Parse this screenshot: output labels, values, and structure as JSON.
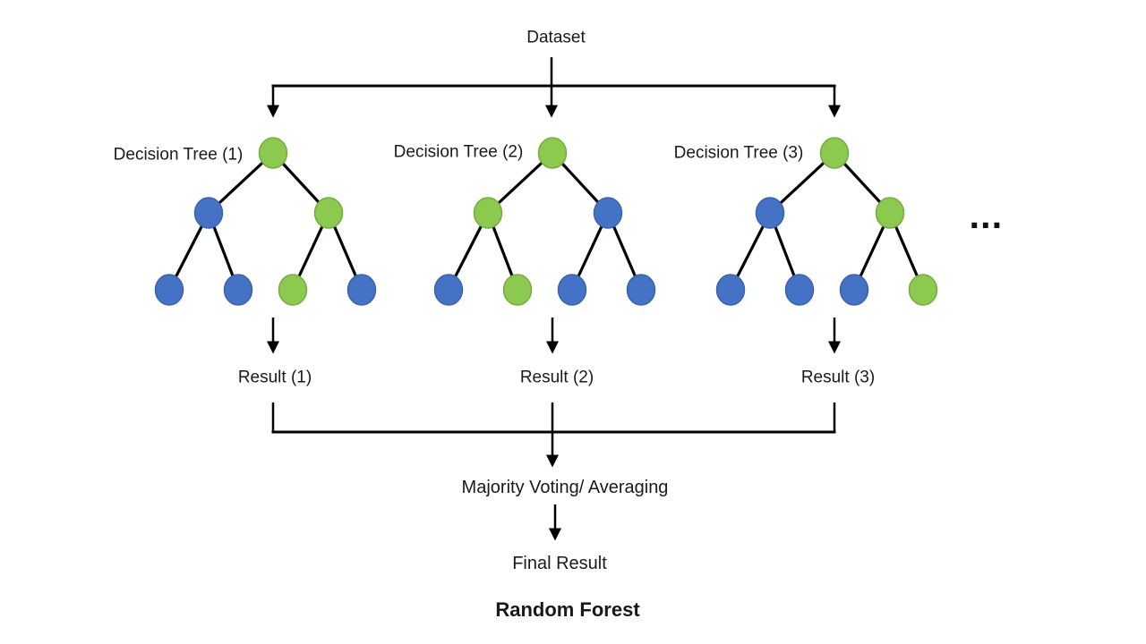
{
  "colors": {
    "node_green": "#8CC94F",
    "node_green_stroke": "#74AC3D",
    "node_blue": "#4472C4",
    "node_blue_stroke": "#3A63AE",
    "line": "#000000",
    "text": "#1a1a1a"
  },
  "dataset_label": "Dataset",
  "ellipsis": "...",
  "trees": [
    {
      "label": "Decision Tree (1)",
      "result": "Result (1)",
      "nodes": [
        "green",
        "blue",
        "green",
        "blue",
        "blue",
        "green",
        "blue"
      ]
    },
    {
      "label": "Decision Tree (2)",
      "result": "Result (2)",
      "nodes": [
        "green",
        "green",
        "blue",
        "blue",
        "green",
        "blue",
        "blue"
      ]
    },
    {
      "label": "Decision Tree (3)",
      "result": "Result (3)",
      "nodes": [
        "green",
        "blue",
        "green",
        "blue",
        "blue",
        "blue",
        "green"
      ]
    }
  ],
  "aggregation_label": "Majority Voting/ Averaging",
  "final_result_label": "Final Result",
  "caption": "Random Forest"
}
